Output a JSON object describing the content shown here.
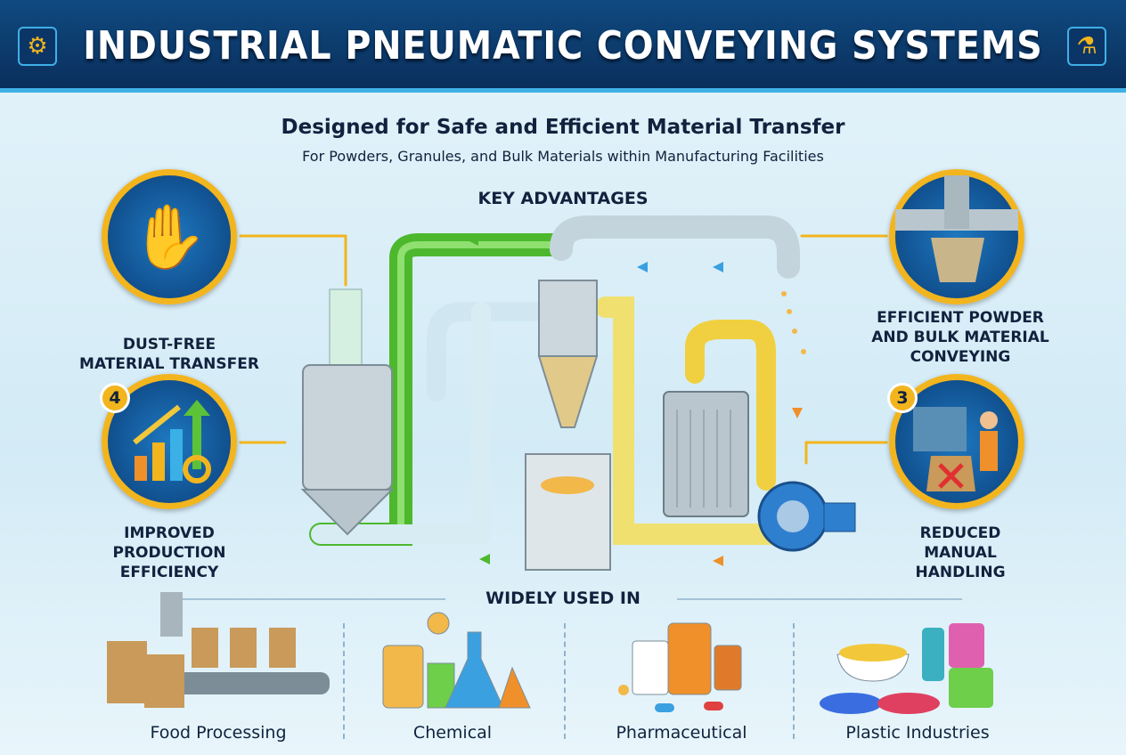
{
  "header": {
    "title": "INDUSTRIAL PNEUMATIC CONVEYING SYSTEMS",
    "left_icon": "gear-icon",
    "right_icon": "flask-hand-icon"
  },
  "subtitle": "Designed for Safe and Efficient Material Transfer",
  "tagline": "For Powders, Granules, and Bulk Materials within Manufacturing Facilities",
  "key_advantages": {
    "heading": "KEY ADVANTAGES",
    "items": [
      {
        "label_lines": [
          "DUST-FREE",
          "MATERIAL TRANSFER"
        ],
        "icon": "masked-hand-icon"
      },
      {
        "badge": "4",
        "label_lines": [
          "IMPROVED",
          "PRODUCTION",
          "EFFICIENCY"
        ],
        "icon": "growth-chart-icon"
      },
      {
        "label_lines": [
          "EFFICIENT POWDER",
          "AND BULK MATERIAL",
          "CONVEYING"
        ],
        "icon": "pipe-outlet-icon"
      },
      {
        "badge": "3",
        "label_lines": [
          "REDUCED",
          "MANUAL",
          "HANDLING"
        ],
        "icon": "operator-icon"
      }
    ]
  },
  "widely_used": {
    "heading": "WIDELY USED IN",
    "items": [
      "Food Processing",
      "Chemical",
      "Pharmaceutical",
      "Plastic Industries"
    ]
  },
  "colors": {
    "navy": "#0a2f5c",
    "accent": "#3fb0e6",
    "gold": "#f2b51e",
    "green": "#5cc238",
    "yellow": "#f0d040"
  }
}
